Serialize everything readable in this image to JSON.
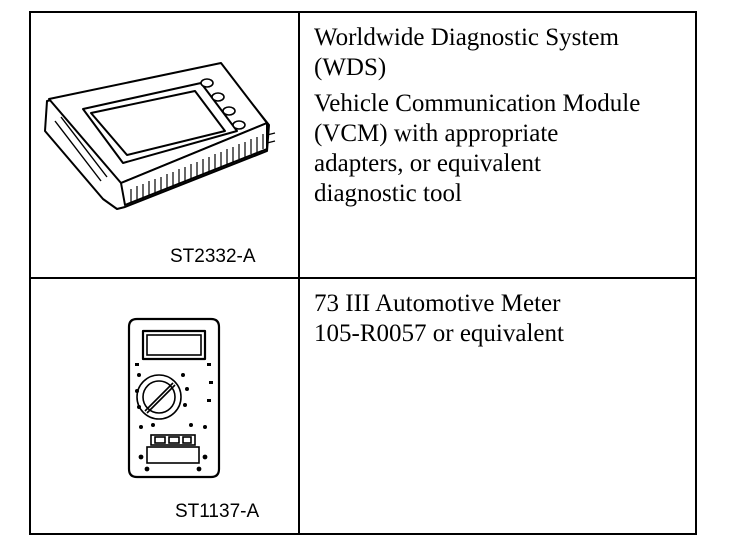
{
  "rows": [
    {
      "illustration": "diagnostic-system-device",
      "caption": "ST2332-A",
      "lines": [
        "Worldwide Diagnostic System",
        "(WDS)",
        "Vehicle Communication Module",
        "(VCM) with appropriate",
        "adapters, or equivalent",
        "diagnostic tool"
      ]
    },
    {
      "illustration": "automotive-meter",
      "caption": "ST1137-A",
      "lines": [
        "73 III Automotive Meter",
        "105-R0057 or equivalent"
      ]
    }
  ]
}
